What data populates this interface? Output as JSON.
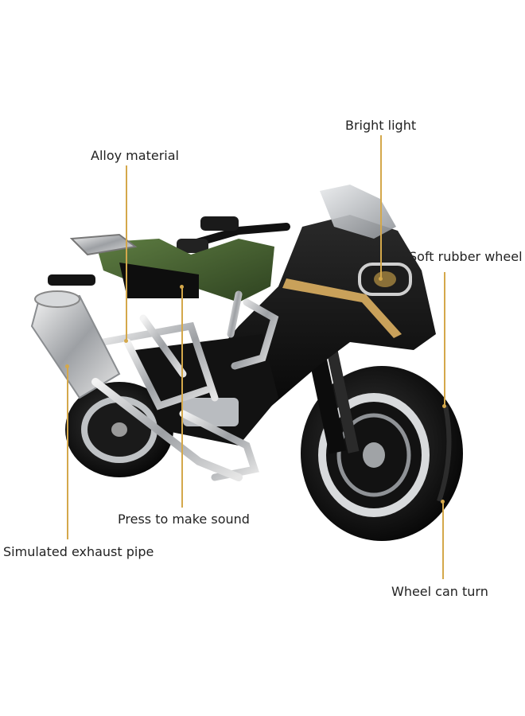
{
  "product": {
    "icon": "toy-motorcycle",
    "colors": {
      "body": "#121212",
      "tank": "#3f5a2c",
      "accent": "#c9a15a",
      "chrome": "#c7c9cc"
    }
  },
  "callouts": [
    {
      "id": "bright-light",
      "text": "Bright light"
    },
    {
      "id": "alloy-material",
      "text": "Alloy material"
    },
    {
      "id": "soft-rubber-wheel",
      "text": "Soft rubber wheel"
    },
    {
      "id": "press-to-make-sound",
      "text": "Press to make sound"
    },
    {
      "id": "simulated-exhaust-pipe",
      "text": "Simulated exhaust pipe"
    },
    {
      "id": "wheel-can-turn",
      "text": "Wheel can turn"
    }
  ],
  "leader_color": "#d4a84b"
}
